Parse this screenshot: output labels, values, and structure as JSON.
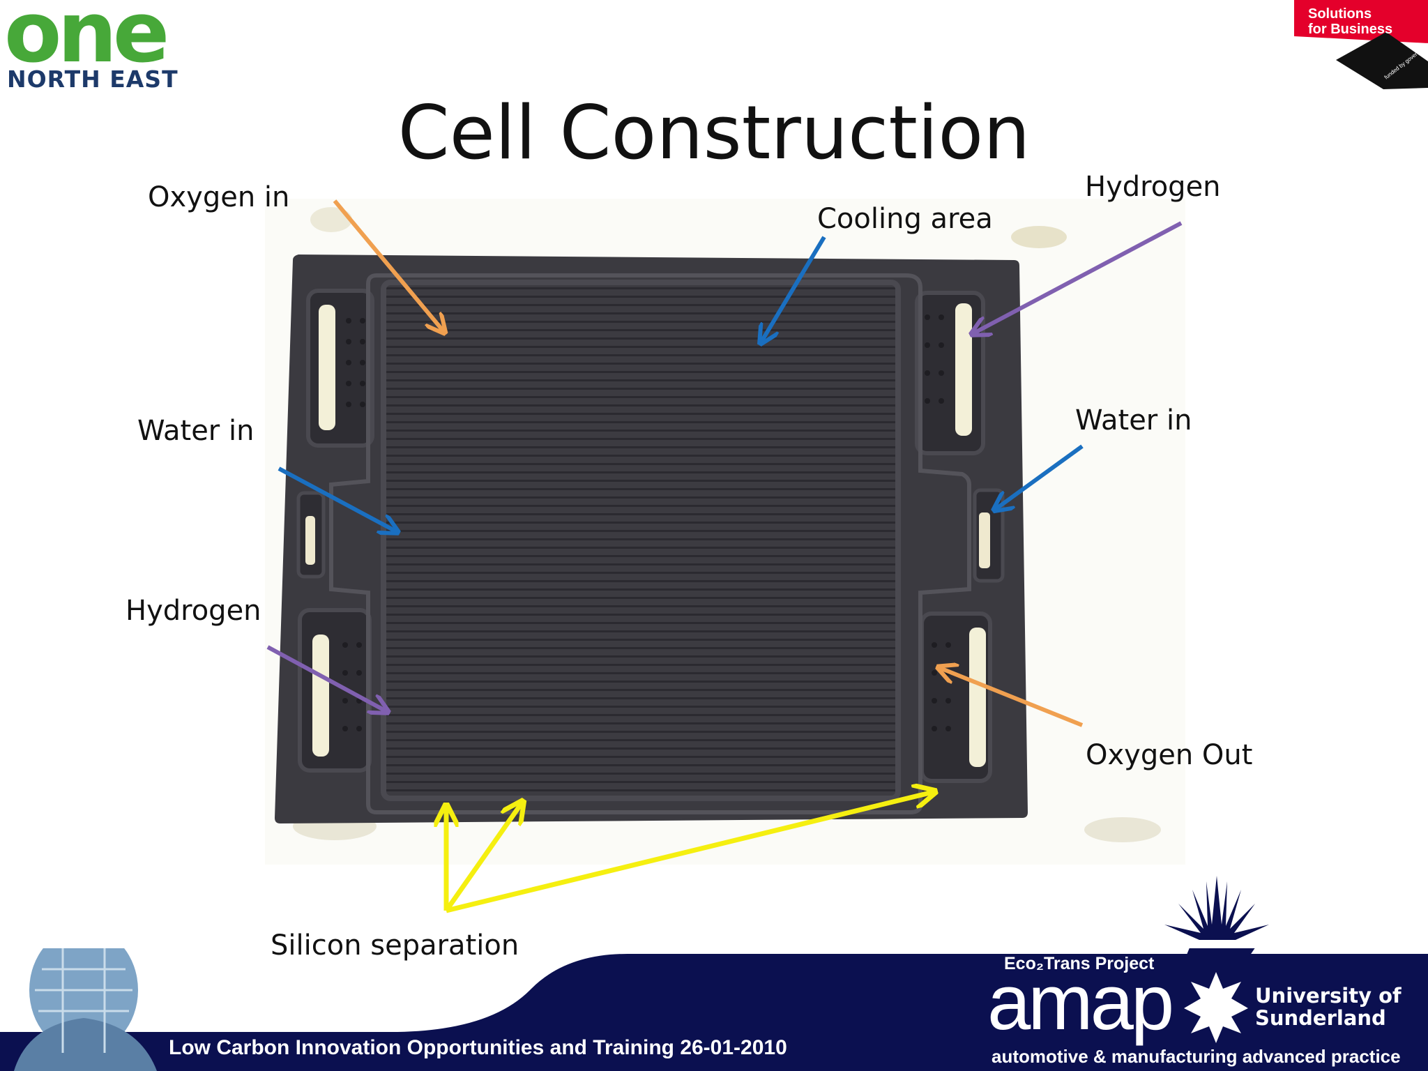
{
  "slide": {
    "title": "Cell Construction"
  },
  "labels": {
    "oxygen_in": "Oxygen in",
    "cooling_area": "Cooling area",
    "hydrogen_top": "Hydrogen",
    "water_in_left": "Water in",
    "water_in_right": "Water in",
    "hydrogen_bottom": "Hydrogen",
    "oxygen_out": "Oxygen Out",
    "silicon_separation": "Silicon separation"
  },
  "logos": {
    "one_word": "one",
    "one_sub": "NORTH EAST",
    "sfb_line1": "Solutions",
    "sfb_line2": "for Business",
    "sfb_funded": "funded by government",
    "eco_trans": "Eco₂Trans Project",
    "amap": "amap",
    "amap_sub": "automotive & manufacturing advanced practice",
    "uos_line1": "University of",
    "uos_line2": "Sunderland"
  },
  "footer": {
    "text": "Low Carbon Innovation Opportunities and Training 26-01-2010"
  },
  "colors": {
    "arrow_orange": "#f0a050",
    "arrow_blue": "#1a6fc0",
    "arrow_purple": "#8060b0",
    "arrow_yellow": "#f5ef10",
    "plate": "#3b3a40",
    "footer_navy": "#0b1050",
    "brand_green": "#47a839",
    "brand_red": "#e4002b"
  }
}
